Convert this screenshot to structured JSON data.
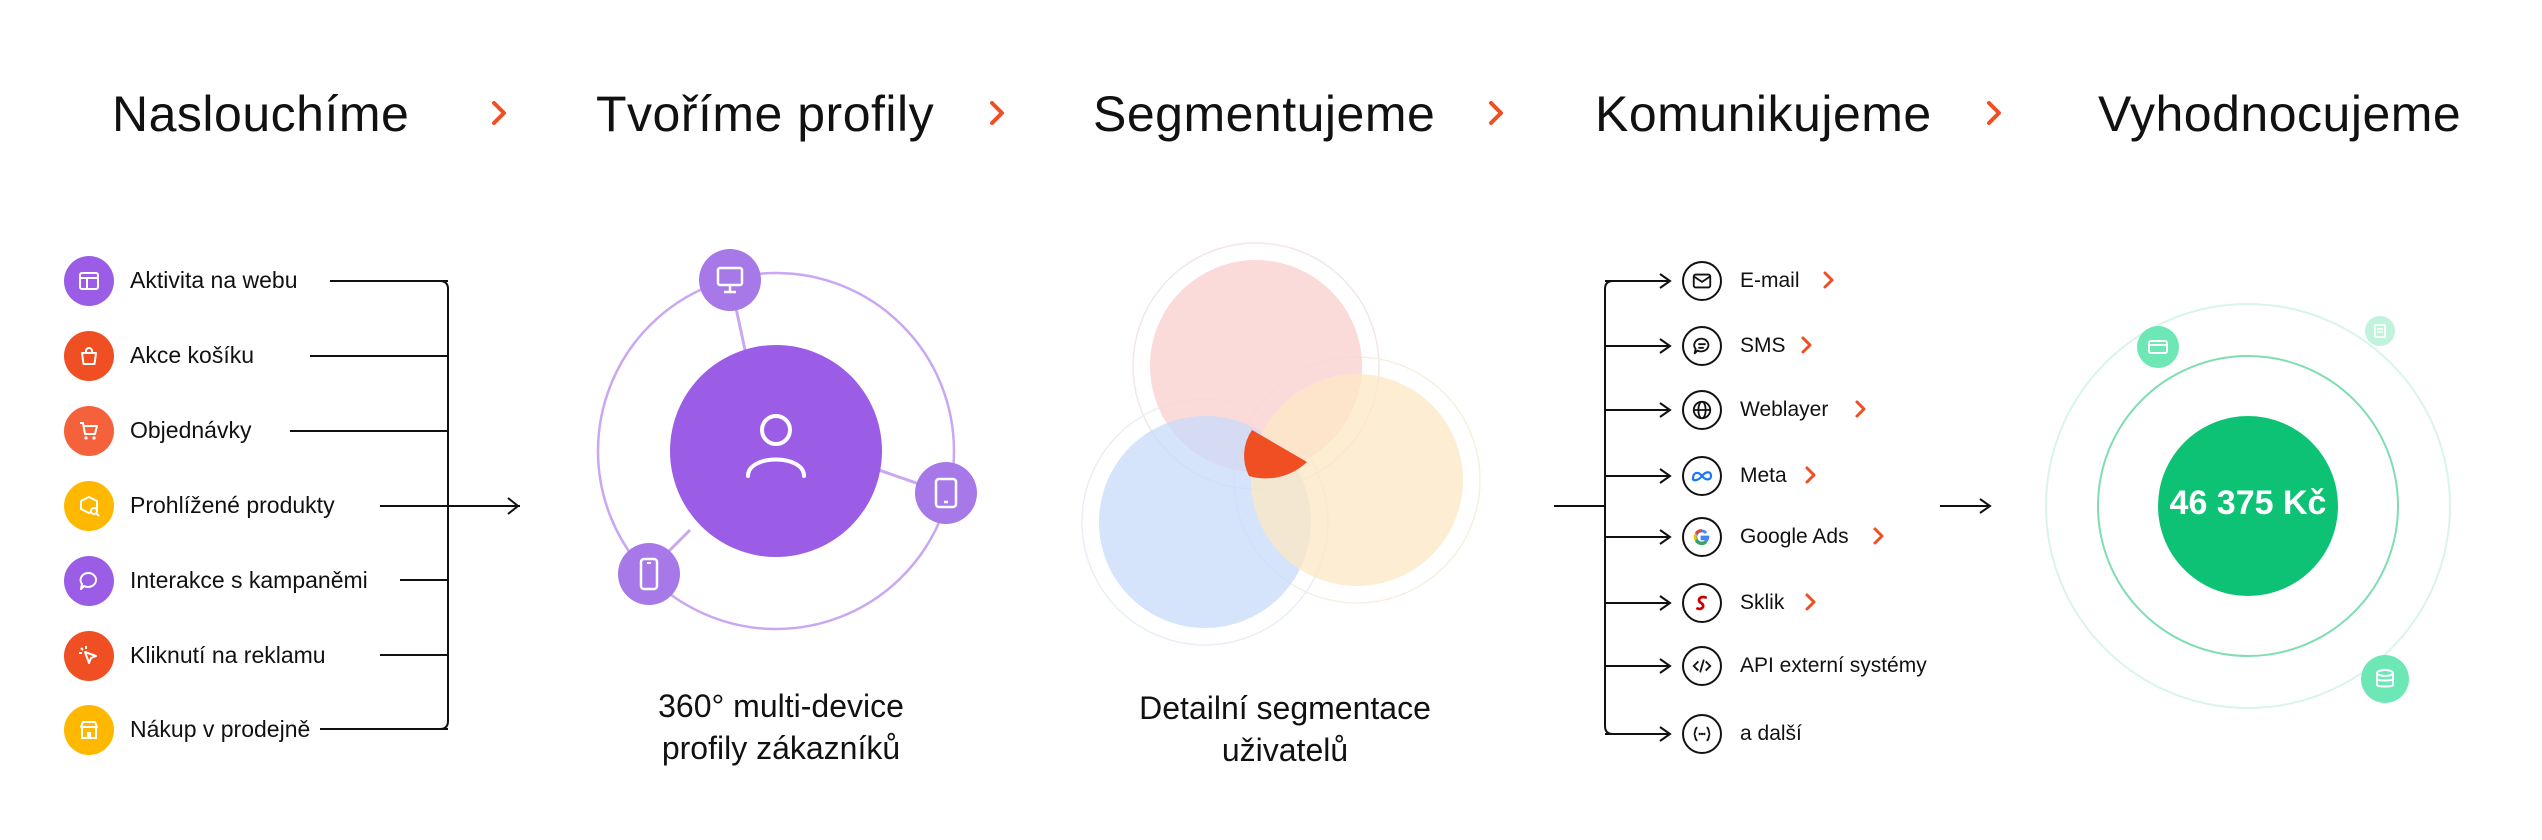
{
  "steps": [
    {
      "title": "Naslouchíme"
    },
    {
      "title": "Tvoříme profily"
    },
    {
      "title": "Segmentujeme"
    },
    {
      "title": "Komunikujeme"
    },
    {
      "title": "Vyhodnocujeme"
    }
  ],
  "sources": [
    {
      "label": "Aktivita na webu",
      "icon": "web-icon",
      "color": "#9B5DE5"
    },
    {
      "label": "Akce košíku",
      "icon": "basket-icon",
      "color": "#F04E23"
    },
    {
      "label": "Objednávky",
      "icon": "cart-icon",
      "color": "#F4613A"
    },
    {
      "label": "Prohlížené produkty",
      "icon": "box-search-icon",
      "color": "#FFB800"
    },
    {
      "label": "Interakce s kampaněmi",
      "icon": "chat-icon",
      "color": "#9B5DE5"
    },
    {
      "label": "Kliknutí na reklamu",
      "icon": "cursor-click-icon",
      "color": "#F04E23"
    },
    {
      "label": "Nákup v prodejně",
      "icon": "store-icon",
      "color": "#FFB800"
    }
  ],
  "profiles": {
    "caption_line1": "360° multi-device",
    "caption_line2": "profily zákazníků"
  },
  "segmentation": {
    "caption_line1": "Detailní segmentace",
    "caption_line2": "uživatelů"
  },
  "channels": [
    {
      "label": "E-mail",
      "icon": "email-icon",
      "has_arrow": true
    },
    {
      "label": "SMS",
      "icon": "sms-icon",
      "has_arrow": true
    },
    {
      "label": "Weblayer",
      "icon": "globe-icon",
      "has_arrow": true
    },
    {
      "label": "Meta",
      "icon": "meta-icon",
      "has_arrow": true
    },
    {
      "label": "Google Ads",
      "icon": "google-icon",
      "has_arrow": true
    },
    {
      "label": "Sklik",
      "icon": "sklik-icon",
      "has_arrow": true
    },
    {
      "label": "API externí systémy",
      "icon": "api-icon",
      "has_arrow": false
    },
    {
      "label": "a další",
      "icon": "more-icon",
      "has_arrow": false
    }
  ],
  "evaluation": {
    "value": "46 375 Kč"
  },
  "colors": {
    "accent": "#F04E23",
    "purple": "#9B5DE5",
    "green": "#0EC275",
    "mint": "#6EE7B7"
  }
}
